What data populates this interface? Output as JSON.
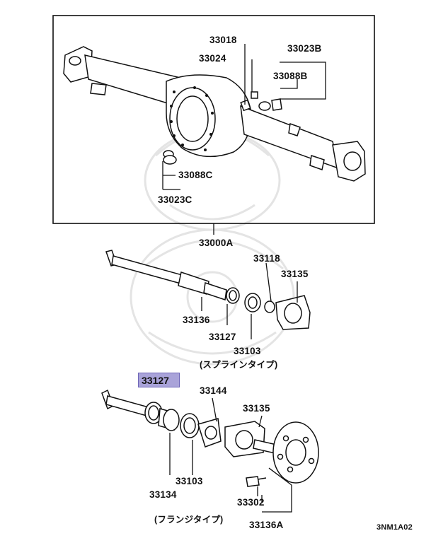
{
  "parts": {
    "p33018": "33018",
    "p33024": "33024",
    "p33023B": "33023B",
    "p33088B": "33088B",
    "p33088C": "33088C",
    "p33023C": "33023C",
    "p33000A": "33000A",
    "p33118": "33118",
    "p33135_spline": "33135",
    "p33136_spline": "33136",
    "p33127_spline": "33127",
    "p33103_spline": "33103",
    "p33127_highlight": "33127",
    "p33144": "33144",
    "p33135_flange": "33135",
    "p33103_flange": "33103",
    "p33134": "33134",
    "p33302": "33302",
    "p33136A": "33136A"
  },
  "captions": {
    "spline_type": "(スプラインタイプ)",
    "flange_type": "(フランジタイプ)"
  },
  "diagram_code": "3NM1A02",
  "colors": {
    "highlight_fill": "#a9a3d9",
    "highlight_border": "#6e66b8",
    "line": "#111111",
    "watermark": "#e2e2e2"
  }
}
